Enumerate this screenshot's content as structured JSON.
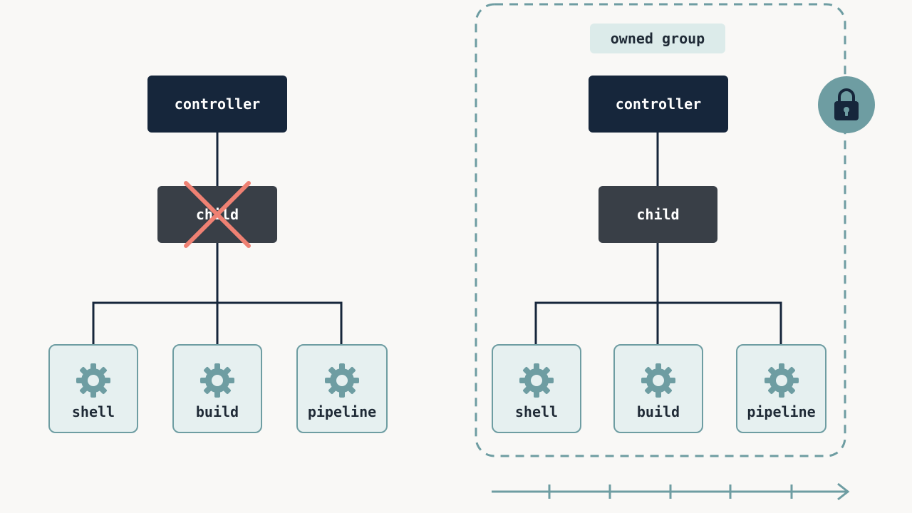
{
  "colors": {
    "background": "#f9f8f6",
    "controller": "#16263b",
    "child": "#393f47",
    "leaf_fill": "#e6f0f0",
    "accent_teal": "#6e9da2",
    "strike": "#ef8173",
    "connector": "#16263b"
  },
  "left": {
    "controller_label": "controller",
    "child_label": "child",
    "child_state": "removed",
    "strike_icon": "x-mark-icon",
    "leaves": [
      {
        "label": "shell",
        "icon": "gear-icon"
      },
      {
        "label": "build",
        "icon": "gear-icon"
      },
      {
        "label": "pipeline",
        "icon": "gear-icon"
      }
    ]
  },
  "right": {
    "group_label": "owned group",
    "lock_icon": "lock-icon",
    "controller_label": "controller",
    "child_label": "child",
    "leaves": [
      {
        "label": "shell",
        "icon": "gear-icon"
      },
      {
        "label": "build",
        "icon": "gear-icon"
      },
      {
        "label": "pipeline",
        "icon": "gear-icon"
      }
    ]
  },
  "timeline": {
    "icon": "arrow-right-icon",
    "tick_count": 5
  }
}
